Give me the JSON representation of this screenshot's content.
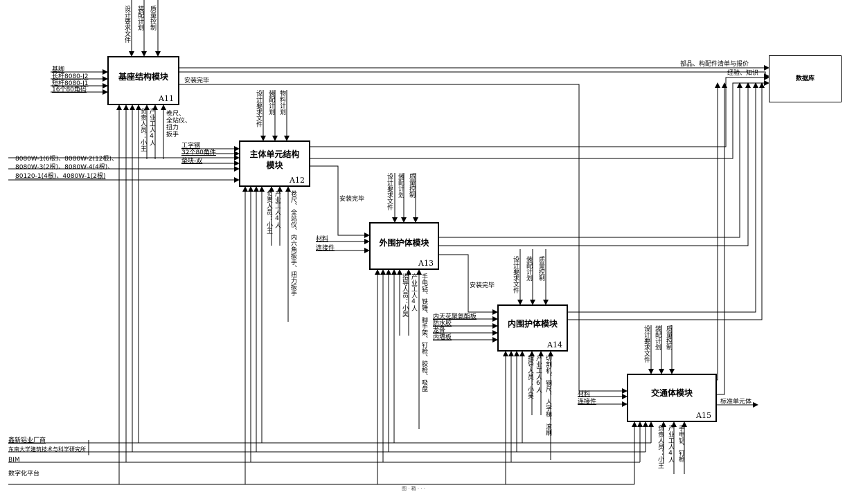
{
  "boxes": {
    "a11": {
      "title": "基座结构模块",
      "id": "A11"
    },
    "a12": {
      "title": "主体单元结构\n模块",
      "id": "A12"
    },
    "a13": {
      "title": "外围护体模块",
      "id": "A13"
    },
    "a14": {
      "title": "内围护体模块",
      "id": "A14"
    },
    "a15": {
      "title": "交通体模块",
      "id": "A15"
    },
    "database": {
      "title": "数据库"
    }
  },
  "a11": {
    "inputs": [
      "基脚",
      "长杆8080-J2",
      "短杆8080-J1",
      "16个80角码"
    ],
    "controls": [
      "设计要求文件",
      "装配计划",
      "质量控制"
    ],
    "mech_lead": "负责人员：小王",
    "mech_workers": "产业工人4人",
    "mech_tools": "卷尺、\n全站仪、\n扭力\n扳手",
    "output_done": "安装完毕"
  },
  "a12": {
    "inputs_left": [
      "8080W-1(6根)、8080W-2(12根)、",
      "8080W-3(2根)、8080W-4(4根)、",
      "80120-1(4根)、4080W-1(2根)"
    ],
    "inputs_right": [
      "工字钢",
      "32个80角件",
      "垫块-双"
    ],
    "controls": [
      "设计要求文件",
      "装配计划",
      "物料计划"
    ],
    "mech_lead": "负责人员：小王",
    "mech_workers": "产业工人4人",
    "mech_tools": "卷尺、全站仪、内六角扳手、扭力扳手",
    "output_done": "安装完毕"
  },
  "a13": {
    "inputs": [
      "材料",
      "连接件"
    ],
    "controls": [
      "设计要求文件",
      "装配计划",
      "质量控制"
    ],
    "mech_lead": "指导人员：小吴",
    "mech_workers": "产业工人4人",
    "mech_tools": "手电钻、铁锤、脚手架、钉枪、胶枪、吸盘",
    "output_done": "安装完毕"
  },
  "a14": {
    "inputs": [
      "内天花聚氨酯板",
      "防水胶",
      "龙骨",
      "内墙板"
    ],
    "controls": [
      "设计要求文件",
      "装配计划",
      "质量控制"
    ],
    "mech_lead": "指导人员：小吴",
    "mech_workers": "产业工人6人",
    "mech_tools": "切割机、钢尺、人字梯、滚刷"
  },
  "a15": {
    "inputs": [
      "材料",
      "连接件"
    ],
    "controls": [
      "设计要求文件",
      "装配计划",
      "质量控制"
    ],
    "mech_lead": "负责人员：小王",
    "mech_workers": "产业工人4人",
    "mech_tools": "手电钻、钉枪",
    "output": "标准单元体"
  },
  "database_inputs": [
    "部品、构配件清单与报价",
    "经验、知识"
  ],
  "bottom_mechanisms": [
    "鑫新铝业厂商",
    "东南大学建筑技术与科学研究所",
    "BIM",
    "数字化平台"
  ],
  "footer_caption": "图 · 箱 · · ·"
}
